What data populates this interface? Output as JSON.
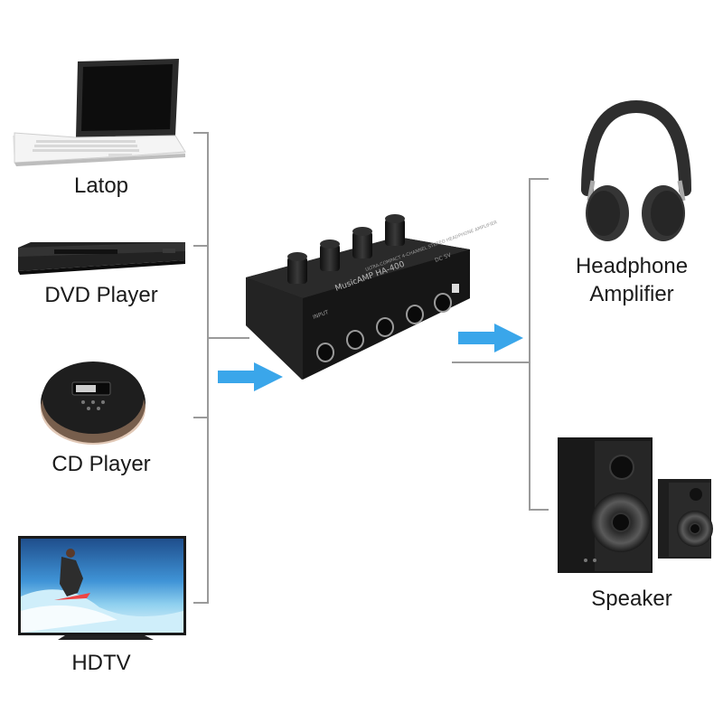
{
  "sources": [
    {
      "label": "Latop",
      "icon": "laptop-icon"
    },
    {
      "label": "DVD Player",
      "icon": "dvd-player-icon"
    },
    {
      "label": "CD Player",
      "icon": "cd-player-icon"
    },
    {
      "label": "HDTV",
      "icon": "hdtv-icon"
    }
  ],
  "hub": {
    "icon": "headphone-amplifier-device",
    "brand_text": "MusicAMP",
    "model_text": "HA-400",
    "tagline_text": "ULTRA-COMPACT 4-CHANNEL STEREO HEADPHONE AMPLIFIER",
    "input_text": "INPUT",
    "power_text": "DC 5V"
  },
  "outputs": [
    {
      "label_lines": [
        "Headphone",
        "Amplifier"
      ],
      "icon": "headphone-icon"
    },
    {
      "label_lines": [
        "Speaker"
      ],
      "icon": "speaker-icon"
    }
  ],
  "colors": {
    "arrow": "#3aa6ea",
    "bracket": "#9a9a9a",
    "device": "#1c1c1c"
  }
}
